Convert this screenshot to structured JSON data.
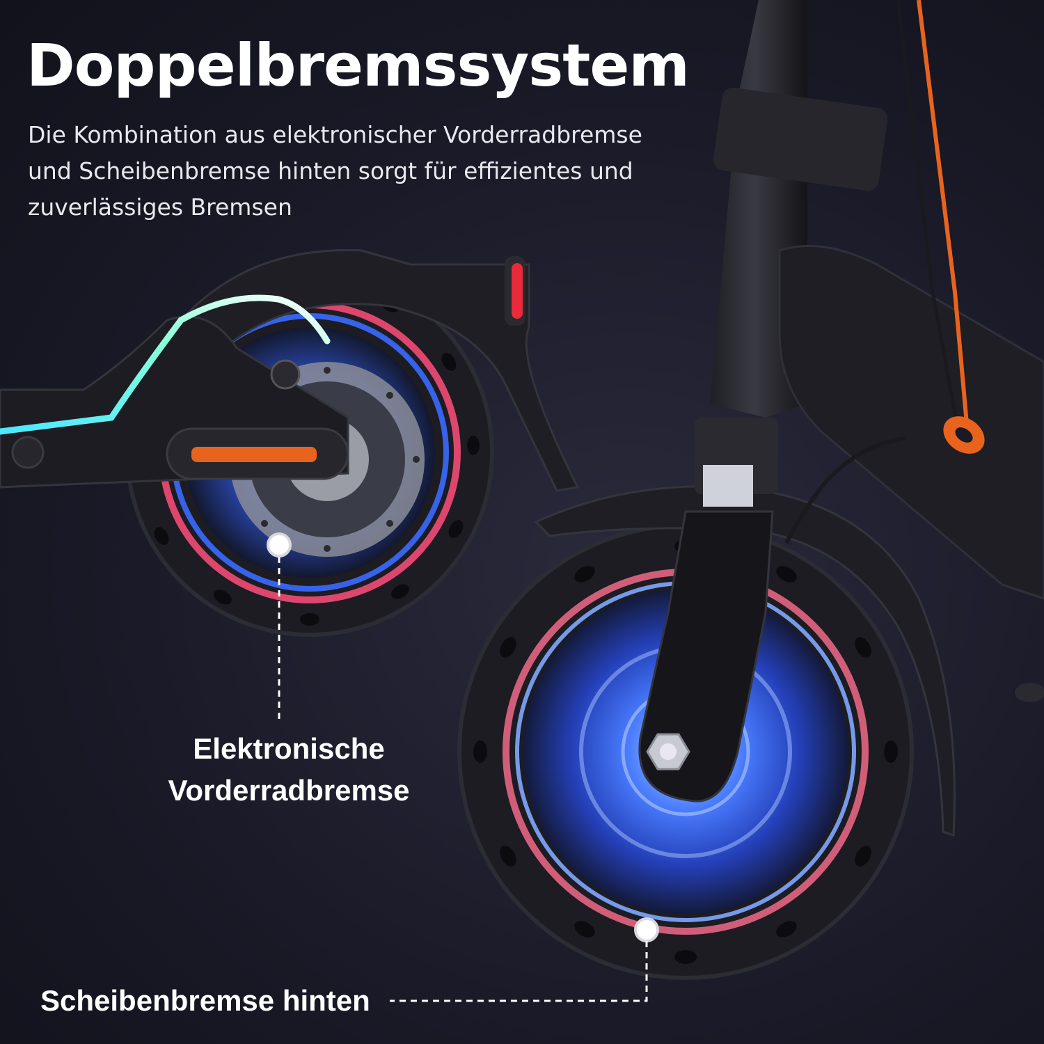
{
  "heading": {
    "title": "Doppelbremssystem",
    "description": "Die Kombination aus elektronischer Vorderradbremse und Scheibenbremse hinten sorgt für effizientes und zuverlässiges Bremsen"
  },
  "callouts": {
    "front_brake": "Elektronische Vorderradbremse",
    "rear_brake": "Scheibenbremse hinten"
  },
  "colors": {
    "background": "#1a1a28",
    "accent_orange": "#e8641e",
    "glow_blue": "#3a6cff",
    "glow_pink": "#ff4f7a",
    "glow_cyan": "#5ff0e0"
  }
}
